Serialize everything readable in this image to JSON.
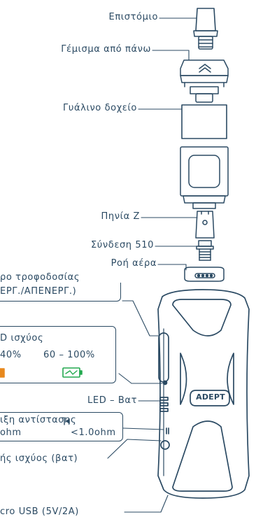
{
  "parts": {
    "mouthpiece": "Επιστόμιο",
    "top_fill": "Γέμισμα από πάνω",
    "glass_tank": "Γυάλινο δοχείο",
    "coil": "Πηνία Z",
    "connector_510": "Σύνδεση 510",
    "airflow": "Ροή αέρα",
    "power_button_line1": "ρο τροφοδοσίας",
    "power_button_line2": "ΕΡΓ./ΑΠΕΝΕΡΓ.)",
    "led_power_title": "D ισχύος",
    "led_range_low": "40%",
    "led_range_high": "60 – 100%",
    "led_battery": "LED – Βατ",
    "resistance_title": "ιξη αντίστασης",
    "resistance_low": "ohm",
    "resistance_high": "<1.0ohm",
    "power_adjust": "ής ισχύος (βατ)",
    "usb": "cro USB (5V/2A)",
    "brand": "ADEPT"
  },
  "colors": {
    "line": "#2b4a63",
    "battery_green": "#22a94f",
    "battery_orange": "#e8891e"
  }
}
